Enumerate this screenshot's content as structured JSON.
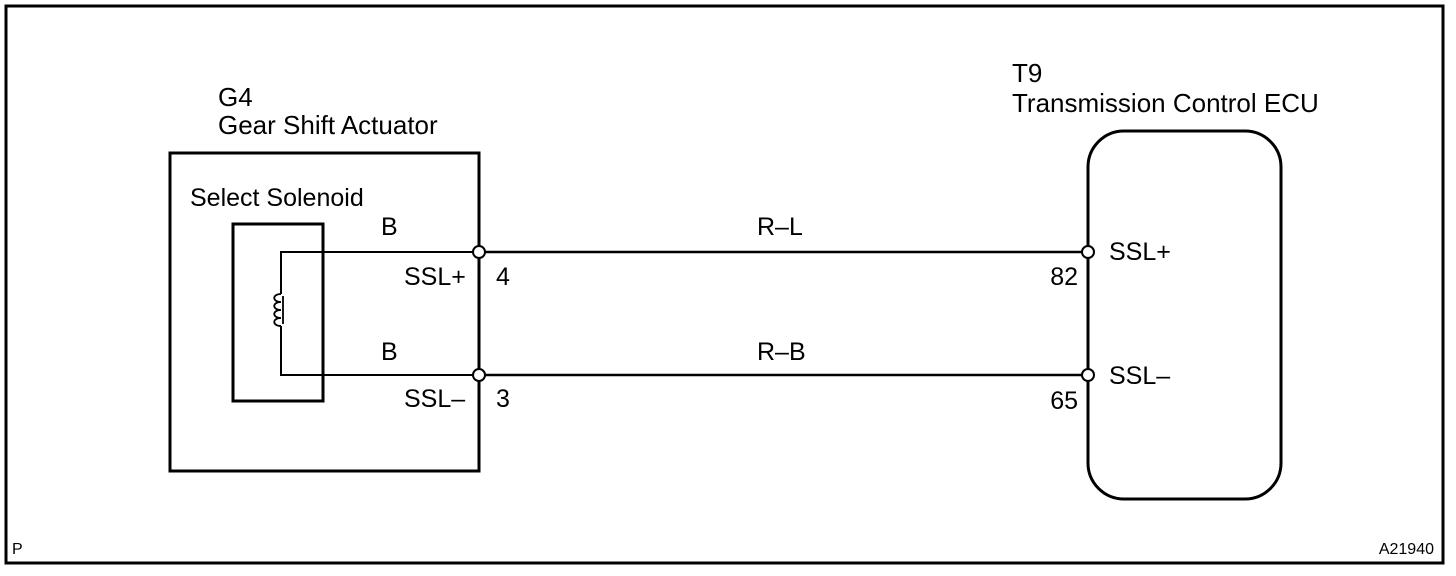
{
  "colors": {
    "ink": "#000000",
    "background": "#ffffff"
  },
  "actuator": {
    "code": "G4",
    "name": "Gear Shift Actuator",
    "solenoid_label": "Select Solenoid",
    "wire_color_top": "B",
    "wire_color_bottom": "B",
    "pin_top_name": "SSL+",
    "pin_top_number": "4",
    "pin_bottom_name": "SSL–",
    "pin_bottom_number": "3",
    "coil_icon": "coil-icon"
  },
  "ecu": {
    "code": "T9",
    "name": "Transmission Control ECU",
    "pin_top_name": "SSL+",
    "pin_top_number": "82",
    "pin_bottom_name": "SSL–",
    "pin_bottom_number": "65"
  },
  "wires": {
    "top_color": "R–L",
    "bottom_color": "R–B"
  },
  "footer": {
    "corner_letter": "P",
    "figure_id": "A21940"
  }
}
